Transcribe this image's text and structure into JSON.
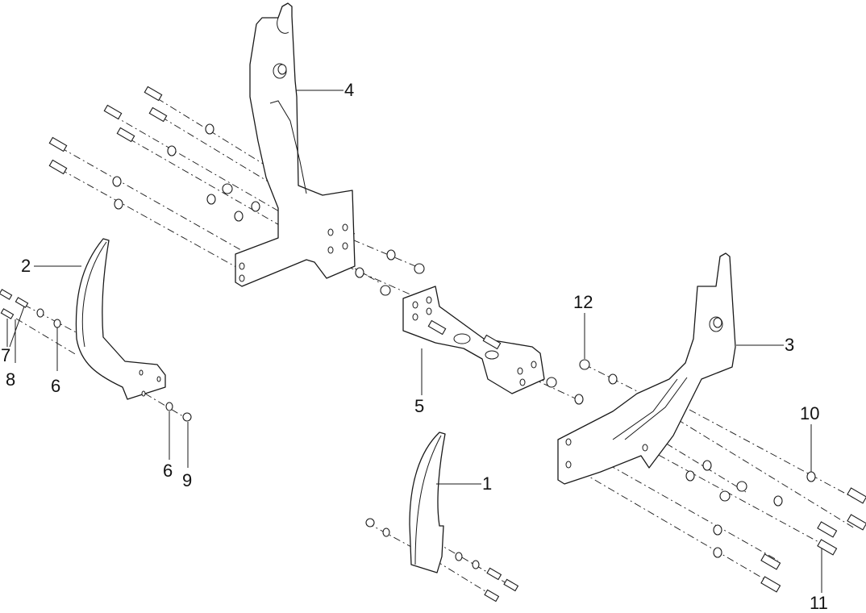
{
  "diagram": {
    "type": "exploded-parts-diagram",
    "callouts": [
      {
        "id": "1",
        "label": "1"
      },
      {
        "id": "2",
        "label": "2"
      },
      {
        "id": "3",
        "label": "3"
      },
      {
        "id": "4",
        "label": "4"
      },
      {
        "id": "5",
        "label": "5"
      },
      {
        "id": "6a",
        "label": "6"
      },
      {
        "id": "6b",
        "label": "6"
      },
      {
        "id": "7",
        "label": "7"
      },
      {
        "id": "8",
        "label": "8"
      },
      {
        "id": "9",
        "label": "9"
      },
      {
        "id": "10",
        "label": "10"
      },
      {
        "id": "11",
        "label": "11"
      },
      {
        "id": "12",
        "label": "12"
      }
    ],
    "parts": {
      "1": "small curved guard",
      "2": "large curved guard with bracket",
      "3": "right mounting plate assembly",
      "4": "left mounting plate assembly",
      "5": "center U-bracket",
      "6": "washer",
      "7": "bolt",
      "8": "bolt",
      "9": "nut",
      "10": "washer",
      "11": "bolt",
      "12": "nut"
    }
  }
}
